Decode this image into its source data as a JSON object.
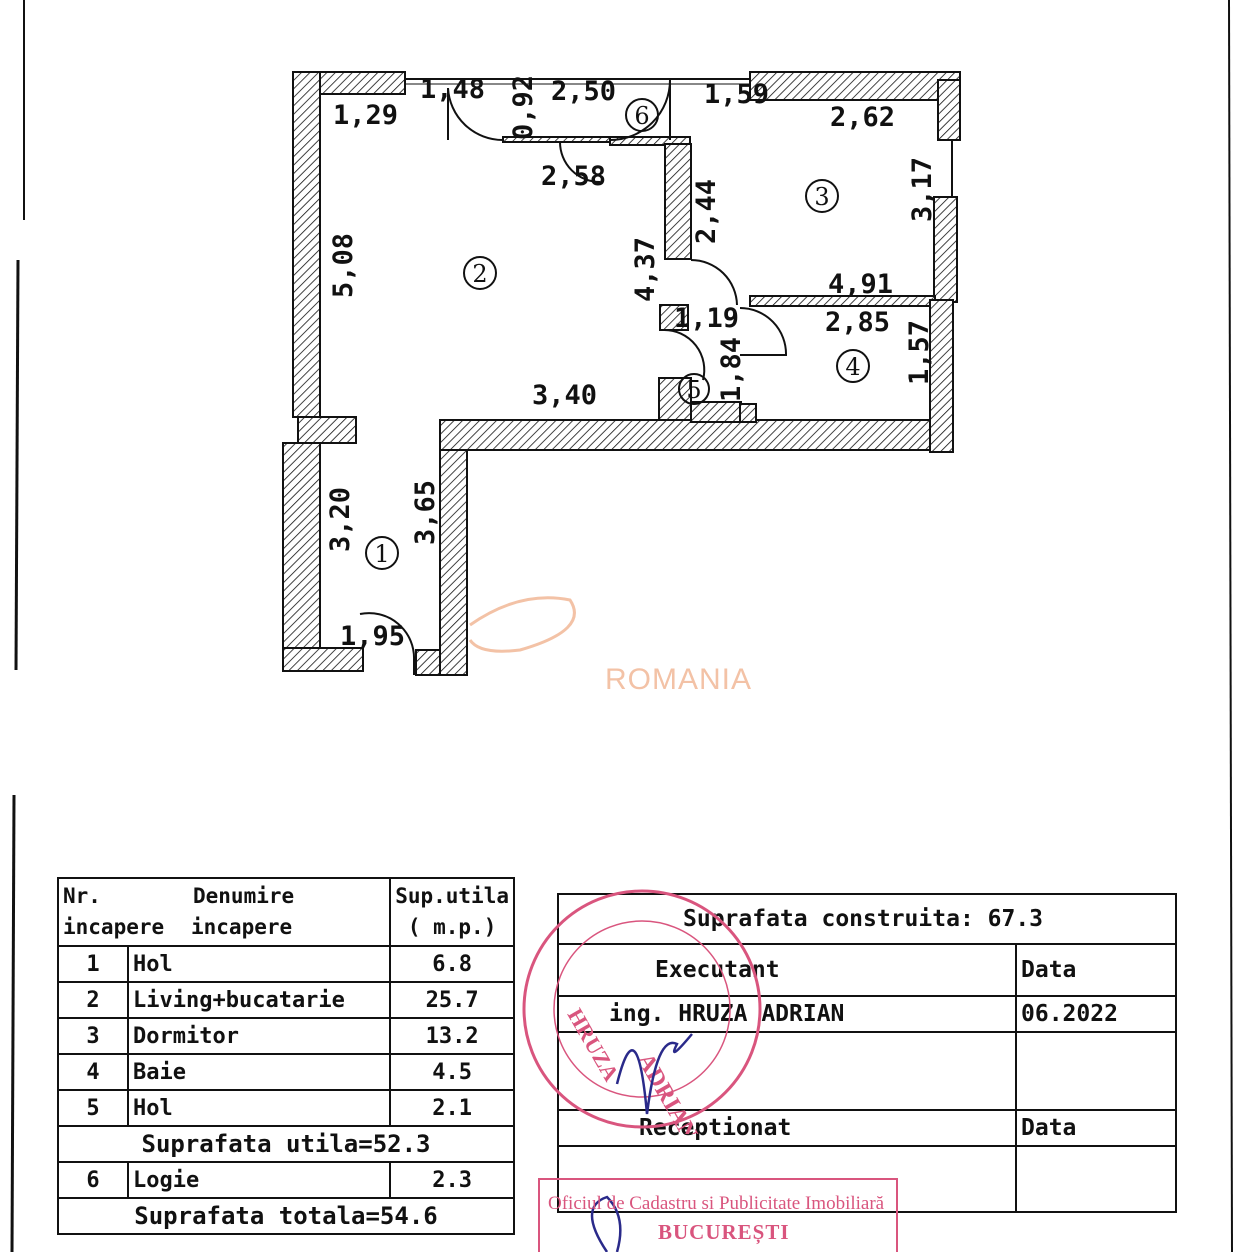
{
  "plan": {
    "dimensions": {
      "d_1_29": "1,29",
      "d_1_48": "1,48",
      "d_0_92": "0,92",
      "d_2_50": "2,50",
      "d_1_59": "1,59",
      "d_2_62": "2,62",
      "d_2_58": "2,58",
      "d_3_17": "3,17",
      "d_2_44": "2,44",
      "d_5_08": "5,08",
      "d_4_37": "4,37",
      "d_4_91": "4,91",
      "d_1_19": "1,19",
      "d_2_85": "2,85",
      "d_1_84": "1,84",
      "d_1_57": "1,57",
      "d_3_40": "3,40",
      "d_3_20": "3,20",
      "d_3_65": "3,65",
      "d_1_95": "1,95"
    },
    "room_markers": [
      "1",
      "2",
      "3",
      "4",
      "5",
      "6"
    ],
    "watermark": "ROMANIA"
  },
  "rooms_table": {
    "headers": {
      "nr_line1": "Nr.",
      "nr_line2": "incapere",
      "name_line1": "Denumire",
      "name_line2": "incapere",
      "area_line1": "Sup.utila",
      "area_line2": "( m.p.)"
    },
    "rows": [
      {
        "nr": "1",
        "name": "Hol",
        "area": "6.8"
      },
      {
        "nr": "2",
        "name": "Living+bucatarie",
        "area": "25.7"
      },
      {
        "nr": "3",
        "name": "Dormitor",
        "area": "13.2"
      },
      {
        "nr": "4",
        "name": "Baie",
        "area": "4.5"
      },
      {
        "nr": "5",
        "name": "Hol",
        "area": "2.1"
      }
    ],
    "useful_total": "Suprafata utila=52.3",
    "extra_row": {
      "nr": "6",
      "name": "Logie",
      "area": "2.3"
    },
    "grand_total": "Suprafata totala=54.6"
  },
  "info_table": {
    "built_area": "Suprafata construita: 67.3",
    "executant_label": "Executant",
    "date_label": "Data",
    "executant_name": "ing. HRUZA ADRIAN",
    "executant_date": "06.2022",
    "received_label": "Receptionat",
    "received_date_label": "Data"
  },
  "stamps": {
    "ocpi_line1": "Oficiul de Cadastru si Publicitate Imobiliară",
    "ocpi_line2": "BUCUREȘTI",
    "round_text_center_1": "ADRIAN",
    "round_text_center_2": "HRUZA",
    "round_colors": {
      "stamp": "#d9557e",
      "signature": "#2a2a8a"
    }
  }
}
